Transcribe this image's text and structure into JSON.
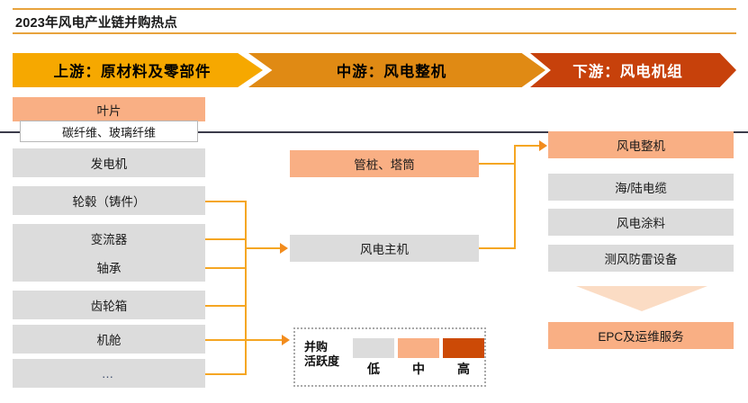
{
  "page": {
    "title": "2023年风电产业链并购热点"
  },
  "banners": [
    {
      "id": "upstream",
      "label": "上游：原材料及零部件",
      "color": "#F6A800"
    },
    {
      "id": "midstream",
      "label": "中游：风电整机",
      "color": "#E08A14"
    },
    {
      "id": "downstream",
      "label": "下游：风电机组",
      "color": "#C7410B"
    }
  ],
  "colors": {
    "low": "#DCDCDC",
    "medium": "#F9AF84",
    "high": "#CC4A06",
    "connector": "#F5A623",
    "rule": "#E8A33D",
    "divider": "#3b3b4a",
    "chevron_down": "#FBDCC4"
  },
  "upstream_nodes": [
    {
      "id": "yepian",
      "label": "叶片",
      "activity": "medium"
    },
    {
      "id": "tanxian",
      "label": "碳纤维、玻璃纤维",
      "activity": "none"
    },
    {
      "id": "fadianji",
      "label": "发电机",
      "activity": "low"
    },
    {
      "id": "lungu",
      "label": "轮毂（铸件）",
      "activity": "low"
    },
    {
      "id": "bianliu",
      "label": "变流器",
      "activity": "low"
    },
    {
      "id": "zhoucheng",
      "label": "轴承",
      "activity": "low"
    },
    {
      "id": "chilun",
      "label": "齿轮箱",
      "activity": "low"
    },
    {
      "id": "jicang",
      "label": "机舱",
      "activity": "low"
    },
    {
      "id": "dots",
      "label": "…",
      "activity": "low"
    }
  ],
  "midstream_nodes": [
    {
      "id": "guanzhuang",
      "label": "管桩、塔筒",
      "activity": "medium"
    },
    {
      "id": "zhuji",
      "label": "风电主机",
      "activity": "low"
    }
  ],
  "downstream_nodes": [
    {
      "id": "zhengji",
      "label": "风电整机",
      "activity": "medium"
    },
    {
      "id": "dianlan",
      "label": "海/陆电缆",
      "activity": "low"
    },
    {
      "id": "tuliao",
      "label": "风电涂料",
      "activity": "low"
    },
    {
      "id": "fanglei",
      "label": "测风防雷设备",
      "activity": "low"
    },
    {
      "id": "epc",
      "label": "EPC及运维服务",
      "activity": "medium"
    }
  ],
  "legend": {
    "title_line1": "并购",
    "title_line2": "活跃度",
    "items": [
      {
        "label": "低",
        "color": "#DCDCDC"
      },
      {
        "label": "中",
        "color": "#F9AF84"
      },
      {
        "label": "高",
        "color": "#CC4A06"
      }
    ]
  }
}
